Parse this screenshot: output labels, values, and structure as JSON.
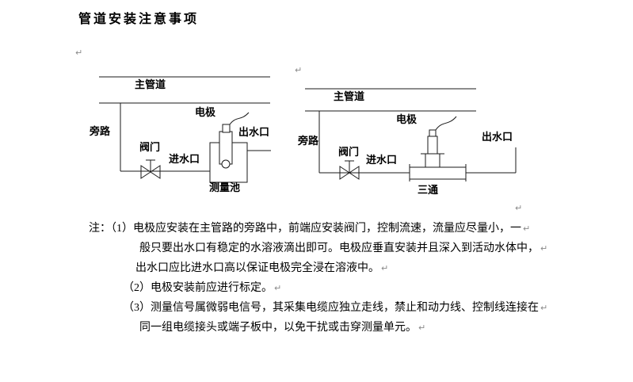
{
  "colors": {
    "text": "#000000",
    "line": "#1a1a1a",
    "mark": "#8a8a8a"
  },
  "page": {
    "title": "管道安装注意事项",
    "break_mark": "↵"
  },
  "diagram_left": {
    "main_pipe": "主管道",
    "bypass": "旁路",
    "valve": "阀门",
    "electrode": "电极",
    "inlet": "进水口",
    "outlet": "出水口",
    "pool": "测量池"
  },
  "diagram_right": {
    "main_pipe": "主管道",
    "bypass": "旁路",
    "valve": "阀门",
    "electrode": "电极",
    "inlet": "进水口",
    "outlet": "出水口",
    "tee": "三通"
  },
  "notes": {
    "lines": [
      "注：（1）电极应安装在主管路的旁路中，前端应安装阀门，控制流速，流量应尽量小，一",
      "般只要出水口有稳定的水溶液滴出即可。电极应垂直安装并且深入到活动水体中，",
      "出水口应比进水口高以保证电极完全浸在溶液中。",
      "（2）电极安装前应进行标定。",
      "（3）测量信号属微弱电信号，其采集电缆应独立走线，禁止和动力线、控制线连接在",
      "同一组电缆接头或端子板中，以免干扰或击穿测量单元。"
    ]
  }
}
